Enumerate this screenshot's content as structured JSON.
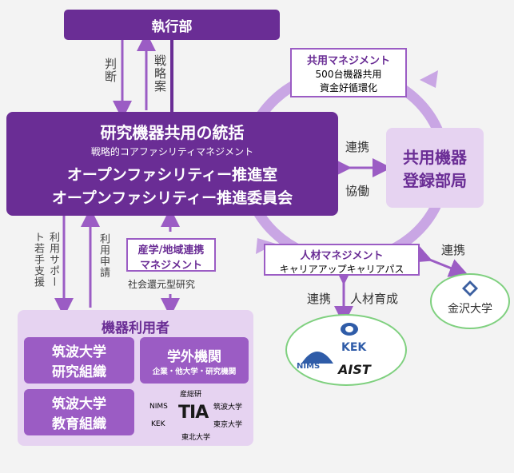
{
  "executive": "執行部",
  "left_arrow_label": "判断",
  "right_arrow_label": "戦略案",
  "main_box": {
    "title": "研究機器共用の統括",
    "subtitle": "戦略的コアファシリティマネジメント",
    "line1": "オープンファシリティー推進室",
    "line2": "オープンファシリティー推進委員会"
  },
  "shared_mgmt": {
    "title": "共用マネジメント",
    "line1": "500台機器共用",
    "line2": "資金好循環化"
  },
  "registry": {
    "line1": "共用機器",
    "line2": "登録部局"
  },
  "link_label": "連携",
  "cooperation_label": "協働",
  "hr_mgmt": {
    "title": "人材マネジメント",
    "subtitle": "キャリアアップキャリアパス"
  },
  "kanazawa_link": "連携",
  "kanazawa": "金沢大学",
  "hr_link_left": "連携",
  "hr_link_right": "人材育成",
  "partners": {
    "kek": "KEK",
    "nims": "NIMS",
    "aist": "AIST"
  },
  "support_label": "利用サポート若手支援",
  "apply_label": "利用申請",
  "industry": {
    "title": "産学/地域連携",
    "title2": "マネジメント",
    "subtitle": "社会還元型研究"
  },
  "users": {
    "title": "機器利用者",
    "tsukuba_research": [
      "筑波大学",
      "研究組織"
    ],
    "external": {
      "title": "学外機関",
      "subtitle": "企業・他大学・研究機関"
    },
    "tsukuba_edu": [
      "筑波大学",
      "教育組織"
    ],
    "tia": {
      "center": "TIA",
      "labels": [
        "産総研",
        "NIMS",
        "筑波大学",
        "KEK",
        "東京大学",
        "東北大学"
      ]
    }
  },
  "colors": {
    "dark_purple": "#6a2d95",
    "light_purple": "#e6d3f1",
    "mid_purple": "#9b5cc4",
    "ring": "#c9a6e4"
  }
}
